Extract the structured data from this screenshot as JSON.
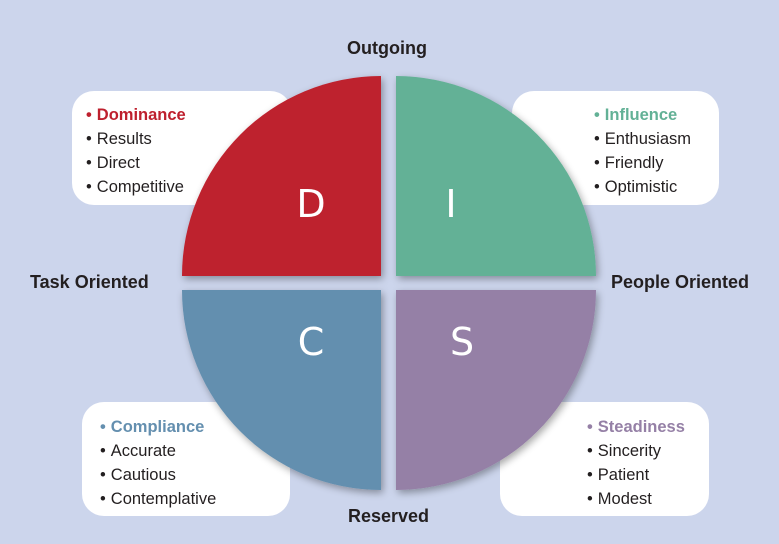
{
  "axes": {
    "top": "Outgoing",
    "bottom": "Reserved",
    "left": "Task Oriented",
    "right": "People Oriented"
  },
  "quadrants": [
    {
      "key": "d",
      "letter": "D",
      "title": "Dominance",
      "color": "#be202e",
      "traits": [
        "Results",
        "Direct",
        "Competitive"
      ]
    },
    {
      "key": "i",
      "letter": "I",
      "title": "Influence",
      "color": "#63b196",
      "traits": [
        "Enthusiasm",
        "Friendly",
        "Optimistic"
      ]
    },
    {
      "key": "c",
      "letter": "C",
      "title": "Compliance",
      "color": "#648faf",
      "traits": [
        "Accurate",
        "Cautious",
        "Contemplative"
      ]
    },
    {
      "key": "s",
      "letter": "S",
      "title": "Steadiness",
      "color": "#9580a6",
      "traits": [
        "Sincerity",
        "Patient",
        "Modest"
      ]
    }
  ]
}
